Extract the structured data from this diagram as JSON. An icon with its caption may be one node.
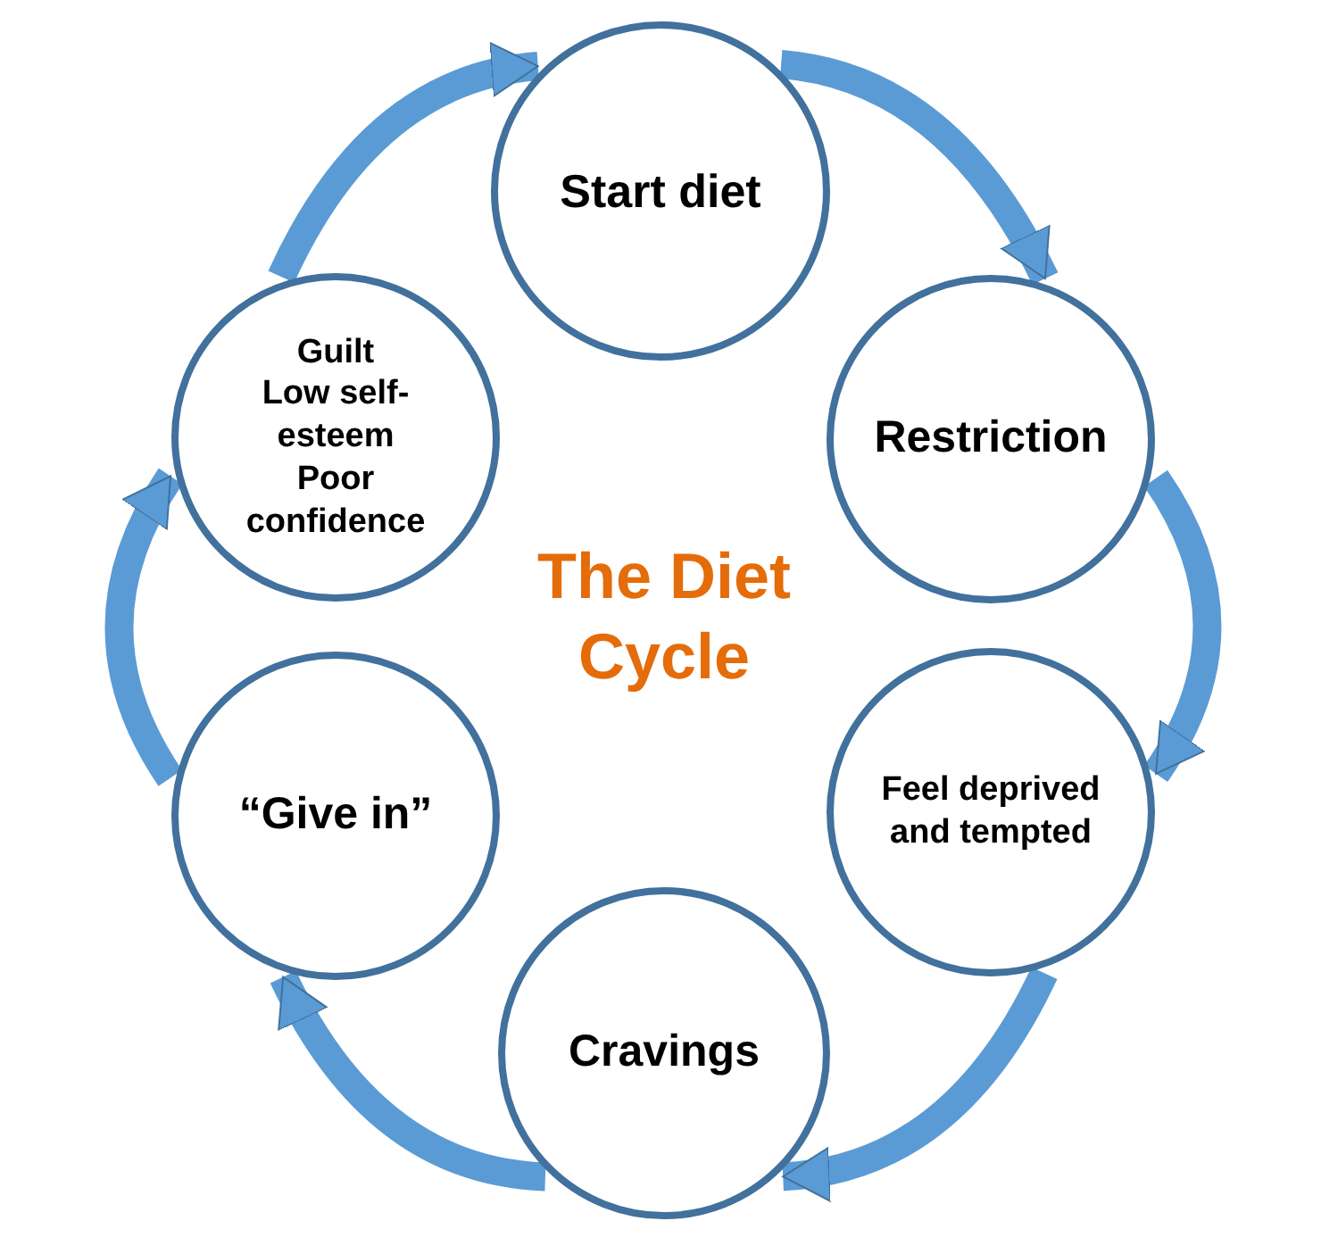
{
  "diagram": {
    "title": "The Diet Cycle",
    "nodes": [
      {
        "text": [
          "Start diet"
        ]
      },
      {
        "text": [
          "Restriction"
        ]
      },
      {
        "text": [
          "Feel deprived and tempted"
        ]
      },
      {
        "text": [
          "Cravings"
        ]
      },
      {
        "text": [
          "“Give in”"
        ]
      },
      {
        "text": [
          "Guilt",
          "Low self-esteem",
          "Poor confidence"
        ]
      }
    ],
    "edges": [
      {
        "from": 0,
        "to": 1,
        "arrow": "to"
      },
      {
        "from": 1,
        "to": 2,
        "arrow": "to"
      },
      {
        "from": 2,
        "to": 3,
        "arrow": "to"
      },
      {
        "from": 3,
        "to": 4,
        "arrow": "to"
      },
      {
        "from": 4,
        "to": 5,
        "arrow": "to"
      },
      {
        "from": 5,
        "to": 0,
        "arrow": "to"
      }
    ]
  }
}
